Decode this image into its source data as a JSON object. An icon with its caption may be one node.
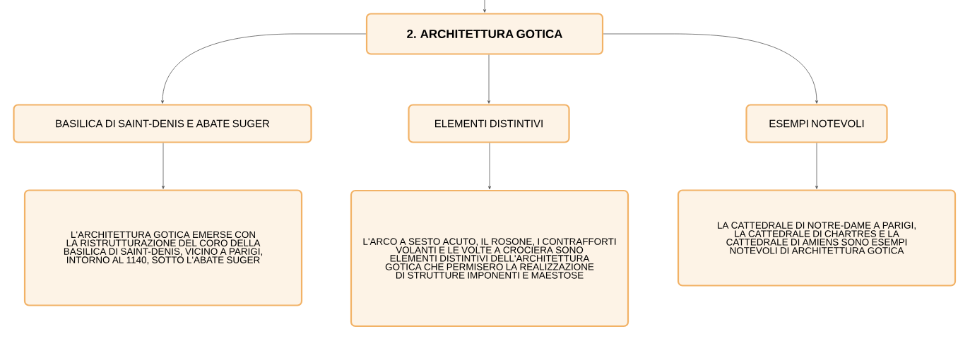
{
  "diagram": {
    "nodes": [
      {
        "text": [
          "2. ARCHITETTURA GOTICA"
        ]
      },
      {
        "text": [
          "BASILICA DI SAINT-DENIS E ABATE SUGER"
        ]
      },
      {
        "text": [
          "ELEMENTI DISTINTIVI"
        ]
      },
      {
        "text": [
          "ESEMPI NOTEVOLI"
        ]
      },
      {
        "text": [
          "L'ARCHITETTURA GOTICA EMERSE CON LA RISTRUTTURAZIONE DEL CORO DELLA BASILICA DI SAINT-DENIS, VICINO A PARIGI, INTORNO AL 1140, SOTTO L'ABATE SUGER"
        ]
      },
      {
        "text": [
          "L'ARCO A SESTO ACUTO, IL ROSONE, I CONTRAFFORTI VOLANTI E LE VOLTE A CROCIERA SONO ELEMENTI DISTINTIVI DELL'ARCHITETTURA GOTICA CHE PERMISERO LA REALIZZAZIONE DI STRUTTURE IMPONENTI E MAESTOSE"
        ]
      },
      {
        "text": [
          "LA CATTEDRALE DI NOTRE-DAME A PARIGI, LA CATTEDRALE DI CHARTRES E LA CATTEDRALE DI AMIENS SONO ESEMPI NOTEVOLI DI ARCHITETTURA GOTICA"
        ]
      }
    ],
    "edges": [
      {
        "from": null,
        "to": 0,
        "arrow": "to"
      },
      {
        "from": 0,
        "to": 1,
        "arrow": "to"
      },
      {
        "from": 0,
        "to": 2,
        "arrow": "to"
      },
      {
        "from": 0,
        "to": 3,
        "arrow": "to"
      },
      {
        "from": 1,
        "to": 4,
        "arrow": "to"
      },
      {
        "from": 2,
        "to": 5,
        "arrow": "to"
      },
      {
        "from": 3,
        "to": 6,
        "arrow": "to"
      }
    ]
  }
}
